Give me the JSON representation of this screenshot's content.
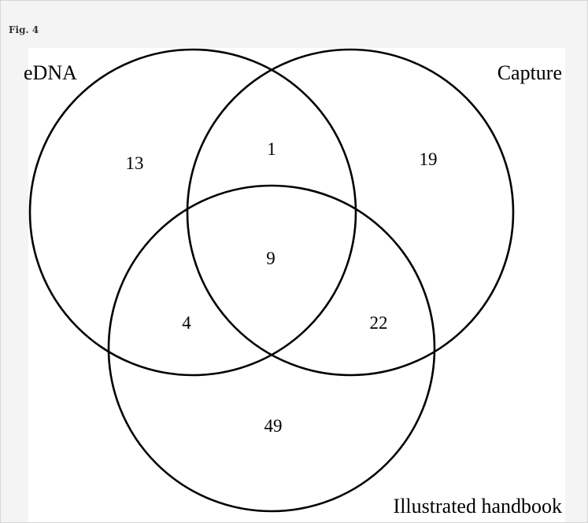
{
  "figure": {
    "label": "Fig. 4"
  },
  "venn": {
    "sets": [
      {
        "id": "edna",
        "label": "eDNA"
      },
      {
        "id": "capture",
        "label": "Capture"
      },
      {
        "id": "handbook",
        "label": "Illustrated handbook"
      }
    ],
    "regions": {
      "edna_only": "13",
      "edna_capture": "1",
      "capture_only": "19",
      "all_three": "9",
      "edna_handbook": "4",
      "capture_handbook": "22",
      "handbook_only": "49"
    }
  },
  "colors": {
    "page_background": "#f4f4f4",
    "figure_background": "#ffffff",
    "stroke": "#000000",
    "caption_text": "#333333"
  }
}
